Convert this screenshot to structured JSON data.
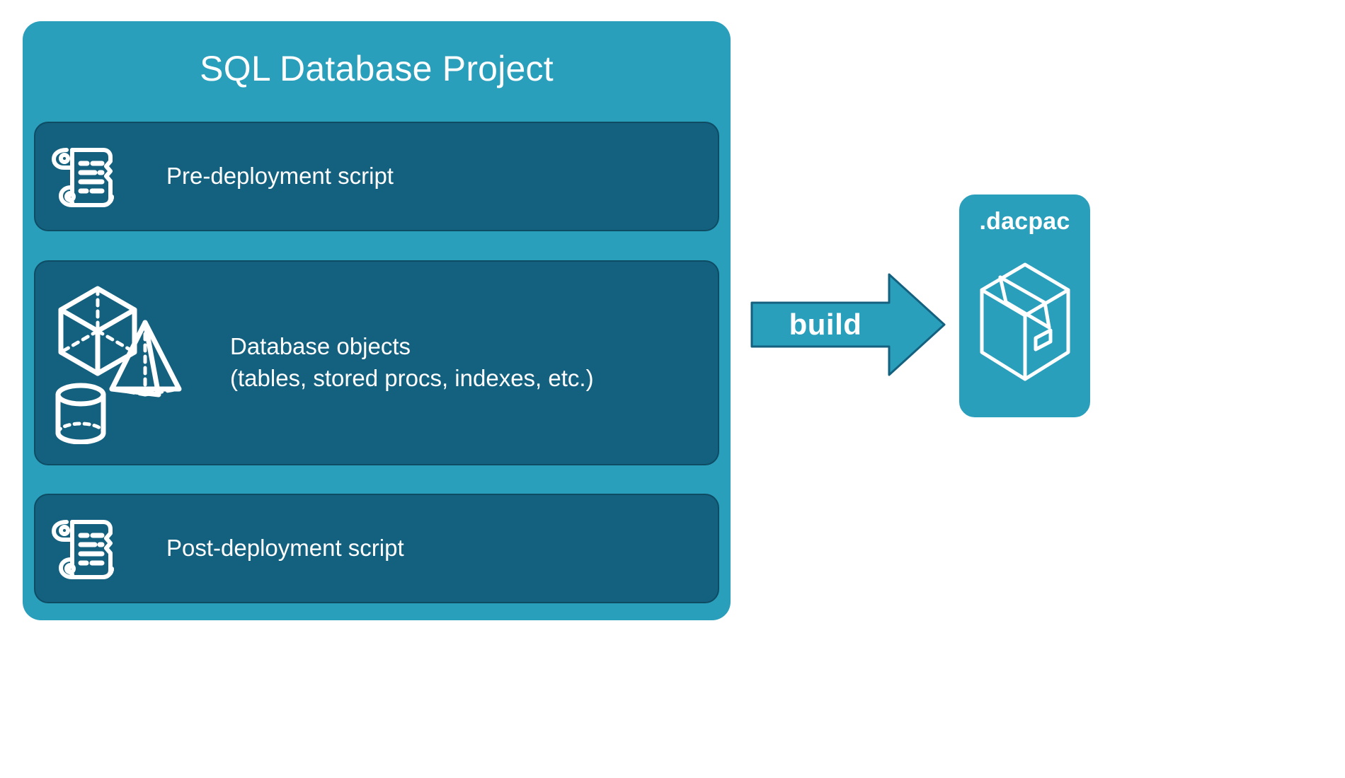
{
  "diagram": {
    "title_text": "SQL Database Project",
    "background_color": "#ffffff",
    "accent_color": "#2a9fbc",
    "panel_color": "#14617f",
    "panel_border_color": "#0e4c64",
    "text_color": "#ffffff"
  },
  "project": {
    "title": "SQL Database Project",
    "panels": [
      {
        "id": "pre-deployment",
        "label": "Pre-deployment script",
        "icon": "scroll-icon"
      },
      {
        "id": "database-objects",
        "label": "Database objects\n(tables, stored procs, indexes, etc.)",
        "icon": "shapes-icon"
      },
      {
        "id": "post-deployment",
        "label": "Post-deployment script",
        "icon": "scroll-icon"
      }
    ]
  },
  "flow": {
    "arrow_label": "build",
    "arrow_icon": "right-arrow-icon",
    "arrow_fill": "#2a9fbc",
    "arrow_stroke": "#14617f"
  },
  "output": {
    "title": ".dacpac",
    "icon": "package-box-icon",
    "card_color": "#2a9fbc"
  }
}
